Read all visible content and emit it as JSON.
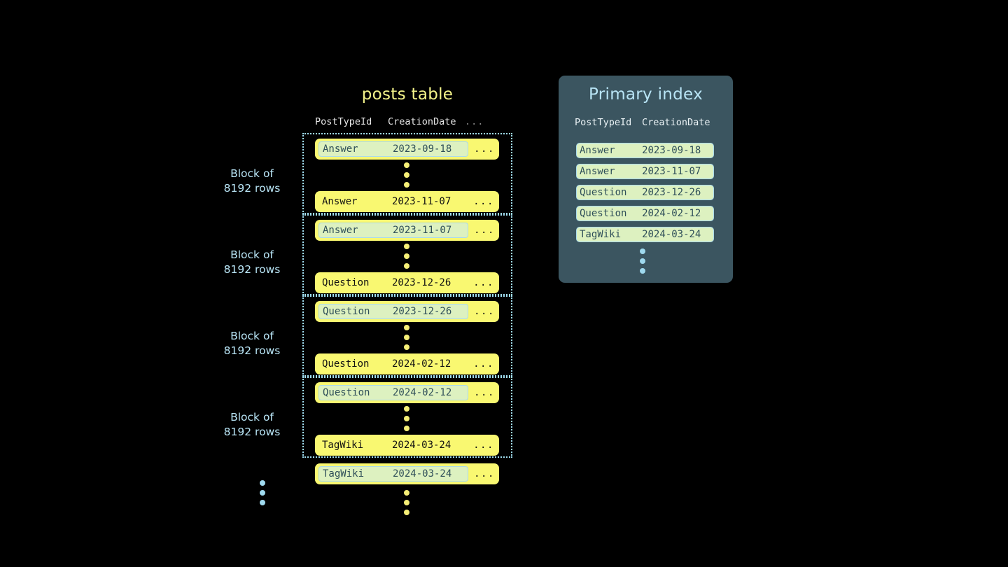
{
  "background": "#000000",
  "posts_table": {
    "title": "posts table",
    "columns": {
      "post_type_id": "PostTypeId",
      "creation_date": "CreationDate",
      "more": "..."
    },
    "row_more": "...",
    "blocks": [
      {
        "label_line1": "Block of",
        "label_line2": "8192 rows",
        "first_row": {
          "post_type_id": "Answer",
          "creation_date": "2023-09-18",
          "highlighted": true
        },
        "last_row": {
          "post_type_id": "Answer",
          "creation_date": "2023-11-07",
          "highlighted": false
        }
      },
      {
        "label_line1": "Block of",
        "label_line2": "8192 rows",
        "first_row": {
          "post_type_id": "Answer",
          "creation_date": "2023-11-07",
          "highlighted": true
        },
        "last_row": {
          "post_type_id": "Question",
          "creation_date": "2023-12-26",
          "highlighted": false
        }
      },
      {
        "label_line1": "Block of",
        "label_line2": "8192 rows",
        "first_row": {
          "post_type_id": "Question",
          "creation_date": "2023-12-26",
          "highlighted": true
        },
        "last_row": {
          "post_type_id": "Question",
          "creation_date": "2024-02-12",
          "highlighted": false
        }
      },
      {
        "label_line1": "Block of",
        "label_line2": "8192 rows",
        "first_row": {
          "post_type_id": "Question",
          "creation_date": "2024-02-12",
          "highlighted": true
        },
        "last_row": {
          "post_type_id": "TagWiki",
          "creation_date": "2024-03-24",
          "highlighted": false
        }
      }
    ],
    "trailing_row": {
      "post_type_id": "TagWiki",
      "creation_date": "2024-03-24",
      "highlighted": true
    }
  },
  "primary_index": {
    "title": "Primary index",
    "panel_color": "#3b5560",
    "columns": {
      "post_type_id": "PostTypeId",
      "creation_date": "CreationDate"
    },
    "rows": [
      {
        "post_type_id": "Answer",
        "creation_date": "2023-09-18"
      },
      {
        "post_type_id": "Answer",
        "creation_date": "2023-11-07"
      },
      {
        "post_type_id": "Question",
        "creation_date": "2023-12-26"
      },
      {
        "post_type_id": "Question",
        "creation_date": "2024-02-12"
      },
      {
        "post_type_id": "TagWiki",
        "creation_date": "2024-03-24"
      }
    ]
  },
  "colors": {
    "row_yellow": "#f9f871",
    "highlight_green": "#ddf1c0",
    "highlight_border": "#a9d9ec",
    "accent_blue": "#b8e4f5",
    "title_yellow": "#f4f48a"
  }
}
